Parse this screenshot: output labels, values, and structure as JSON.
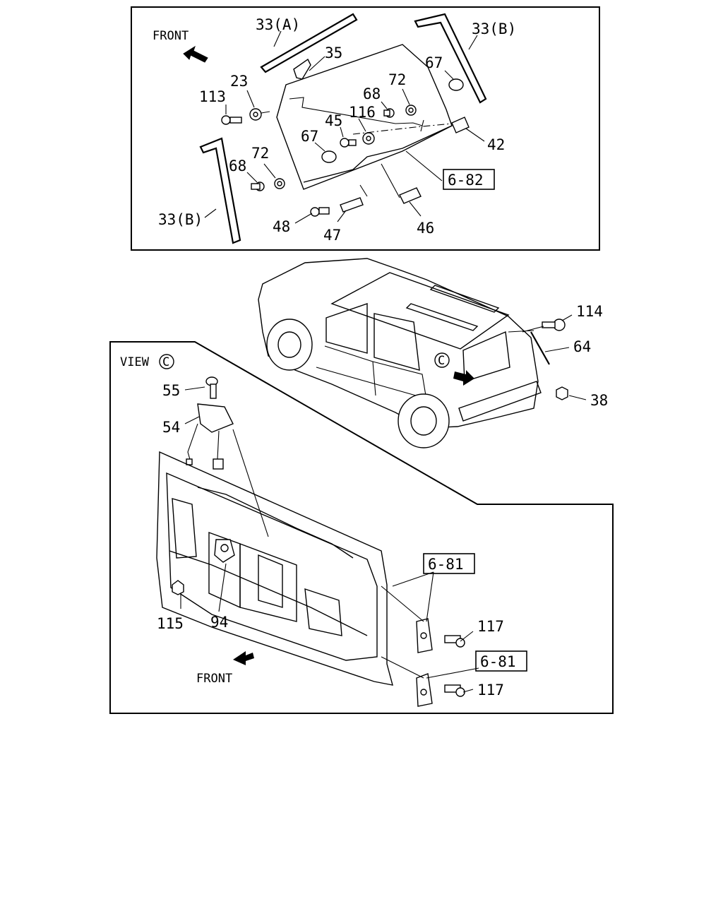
{
  "top_panel": {
    "front_label": "FRONT",
    "parts": {
      "p33a": "33(A)",
      "p33b_right": "33(B)",
      "p33b_left": "33(B)",
      "p35": "35",
      "p23": "23",
      "p113": "113",
      "p67_right": "67",
      "p72_right": "72",
      "p68_right": "68",
      "p116": "116",
      "p45": "45",
      "p67_left": "67",
      "p72_left": "72",
      "p68_left": "68",
      "p42": "42",
      "p48": "48",
      "p47": "47",
      "p46": "46"
    },
    "ref_box": "6-82"
  },
  "vehicle": {
    "view_marker": "C",
    "parts": {
      "p114": "114",
      "p64": "64",
      "p38": "38"
    }
  },
  "view_panel": {
    "view_label": "VIEW",
    "view_marker": "C",
    "front_label": "FRONT",
    "parts": {
      "p55": "55",
      "p54": "54",
      "p115": "115",
      "p94": "94",
      "p117_upper": "117",
      "p117_lower": "117"
    },
    "ref_box_upper": "6-81",
    "ref_box_lower": "6-81"
  }
}
